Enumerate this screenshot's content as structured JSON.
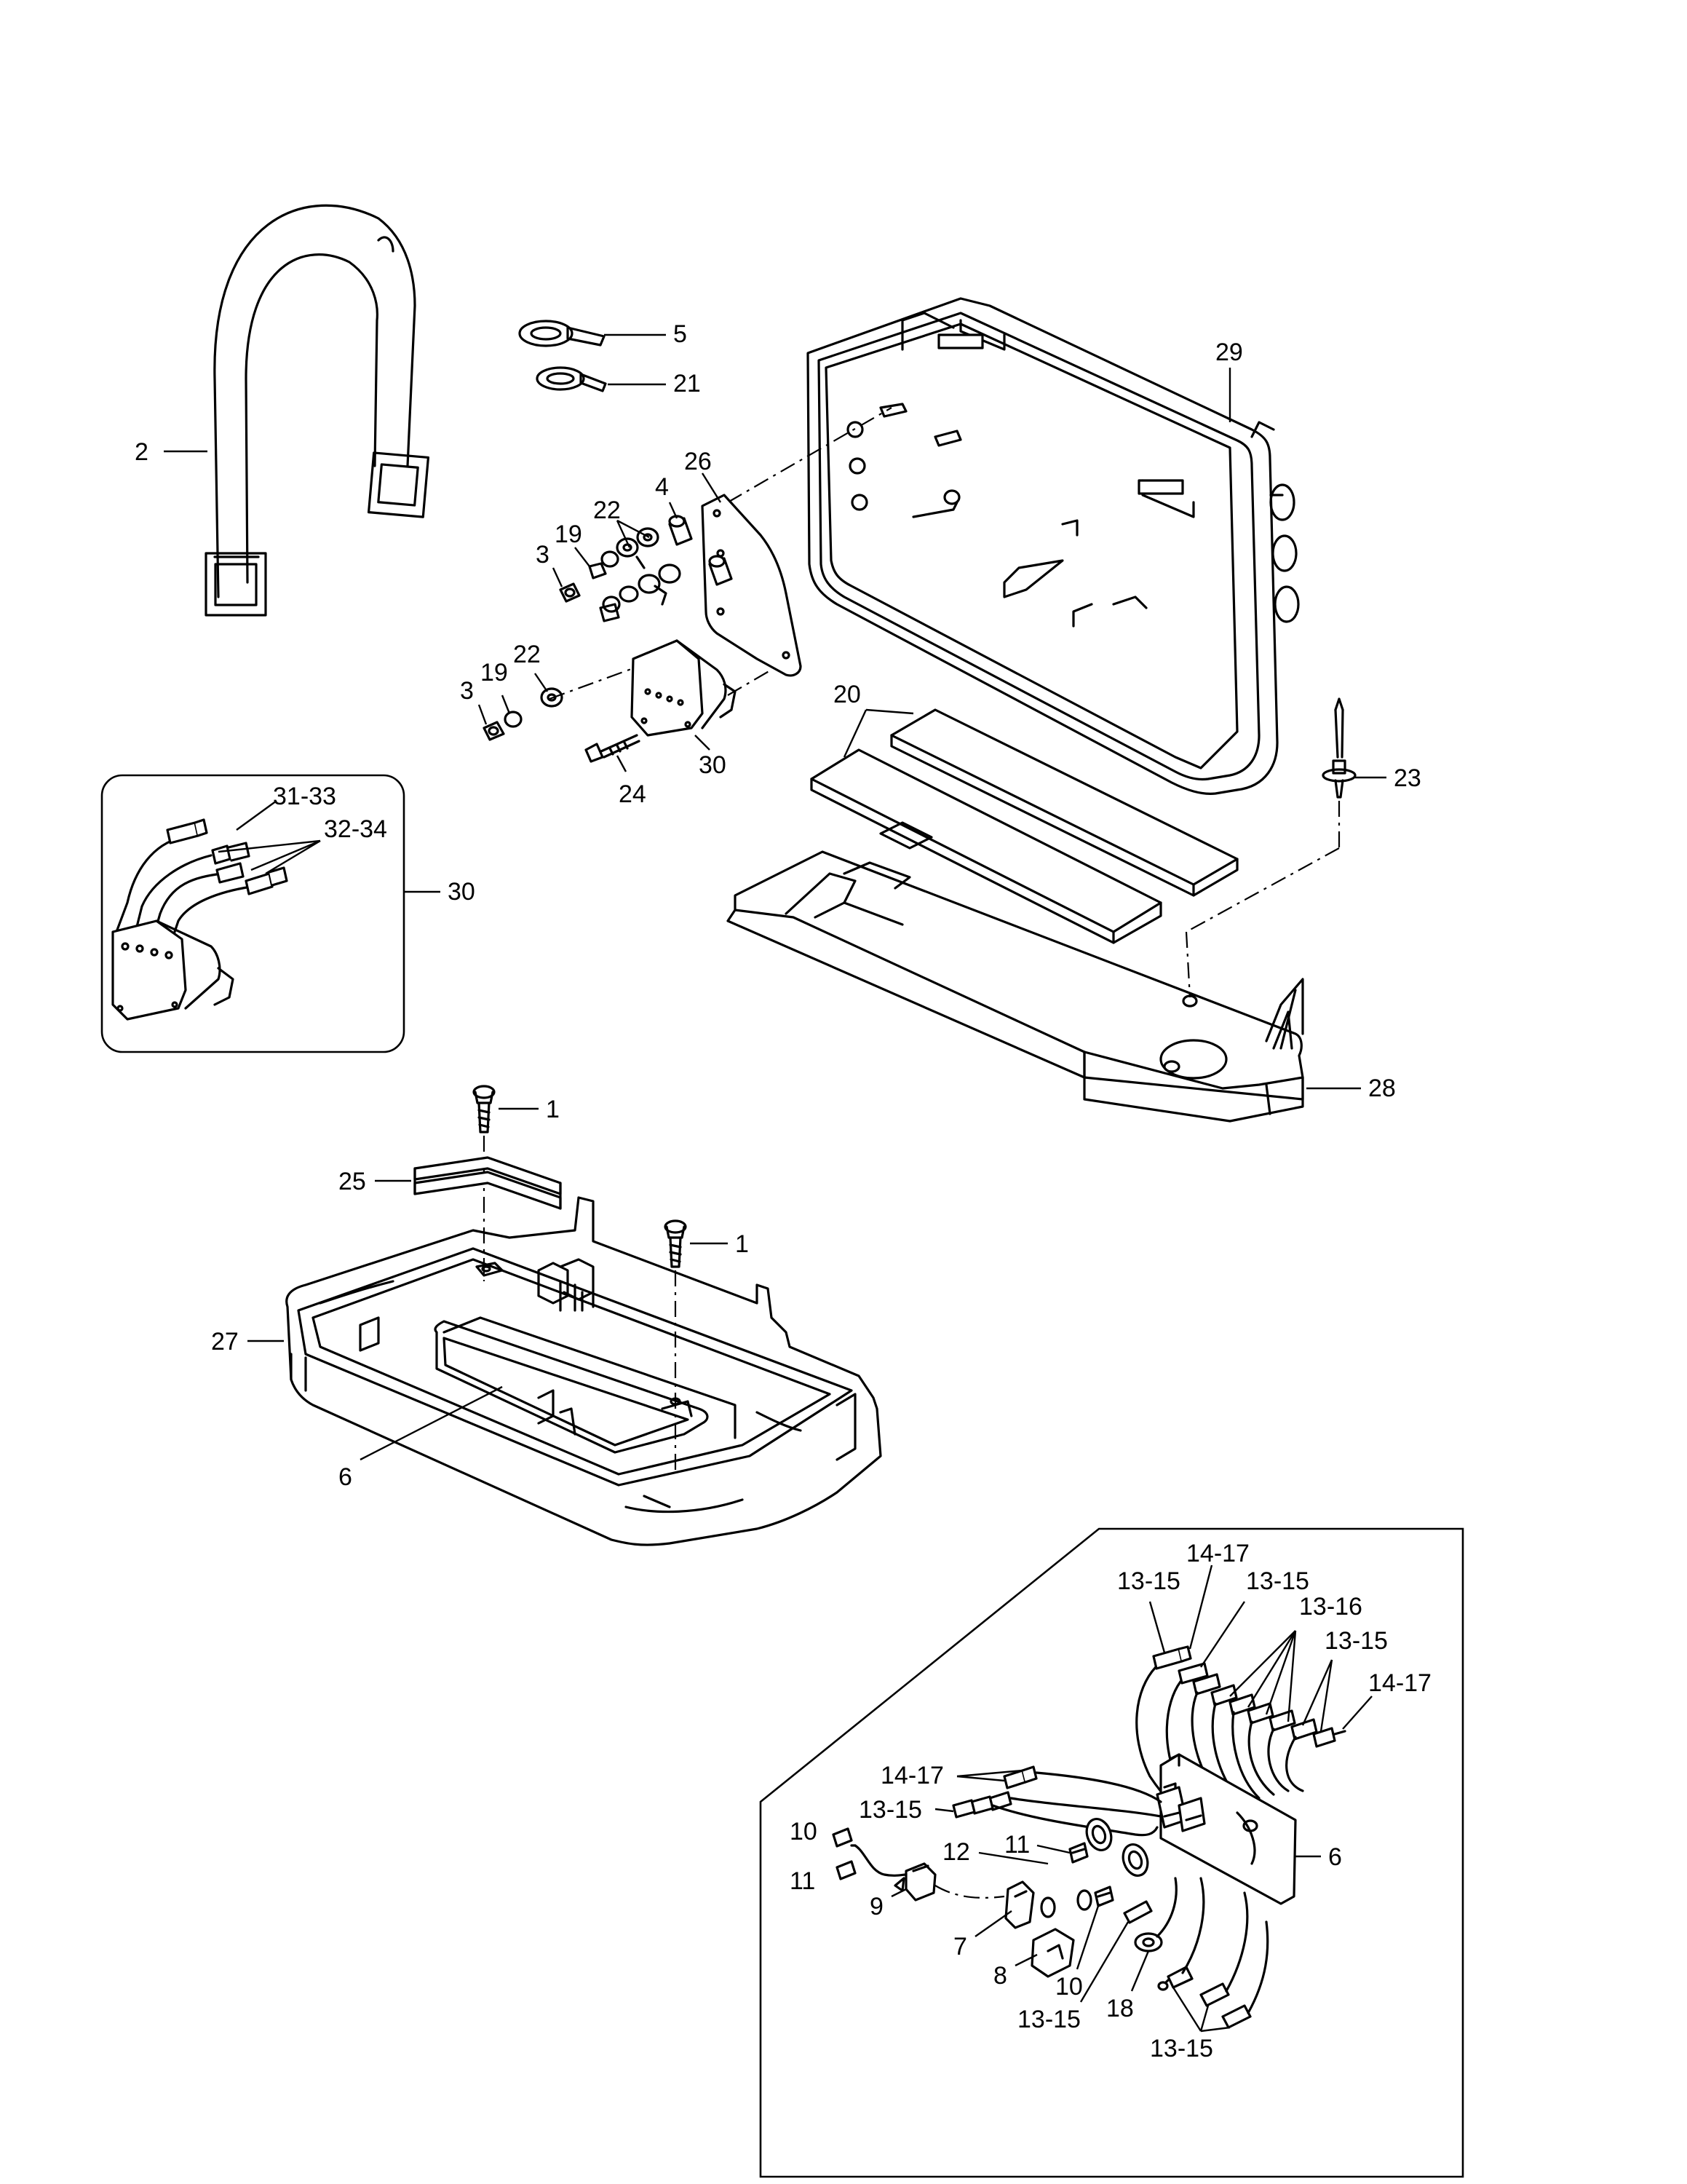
{
  "callouts": {
    "c2": "2",
    "c5": "5",
    "c21": "21",
    "c29": "29",
    "c26": "26",
    "c4": "4",
    "c22a": "22",
    "c19a": "19",
    "c3a": "3",
    "c22b": "22",
    "c19b": "19",
    "c3b": "3",
    "c24": "24",
    "c30a": "30",
    "c20": "20",
    "c23": "23",
    "c28": "28",
    "c31_33": "31-33",
    "c32_34": "32-34",
    "c30b": "30",
    "c1a": "1",
    "c25": "25",
    "c1b": "1",
    "c27": "27",
    "c6a": "6",
    "d14_17a": "14-17",
    "d13_15a": "13-15",
    "d13_15b": "13-15",
    "d13_16": "13-16",
    "d13_15c": "13-15",
    "d14_17b": "14-17",
    "d14_17c": "14-17",
    "d13_15d": "13-15",
    "d10a": "10",
    "d12": "12",
    "d11a": "11",
    "d6b": "6",
    "d11b": "11",
    "d9": "9",
    "d7": "7",
    "d8": "8",
    "d10b": "10",
    "d13_15e": "13-15",
    "d18": "18",
    "d13_15f": "13-15"
  }
}
